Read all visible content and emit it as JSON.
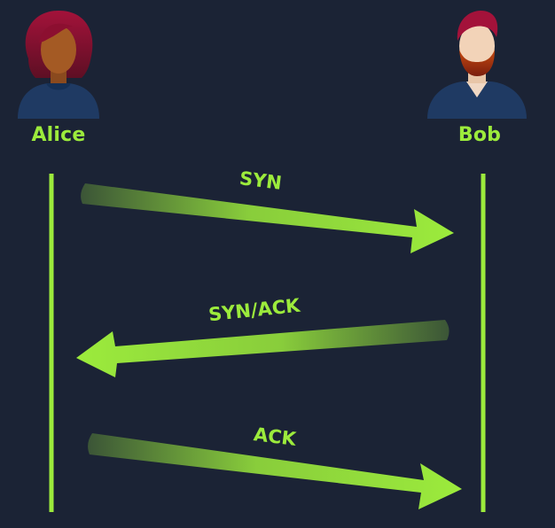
{
  "participants": [
    {
      "name": "Alice"
    },
    {
      "name": "Bob"
    }
  ],
  "messages": [
    {
      "label": "SYN",
      "from": "Alice",
      "to": "Bob"
    },
    {
      "label": "SYN/ACK",
      "from": "Bob",
      "to": "Alice"
    },
    {
      "label": "ACK",
      "from": "Alice",
      "to": "Bob"
    }
  ],
  "colors": {
    "background": "#1b2335",
    "accent": "#9ceb3c"
  }
}
